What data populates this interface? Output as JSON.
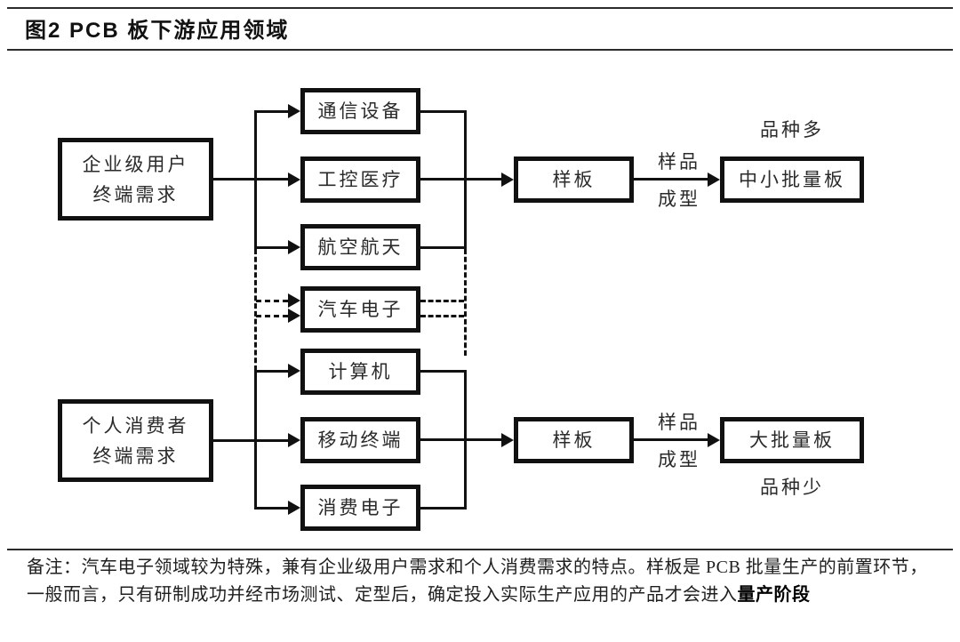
{
  "title": "图2 PCB 板下游应用领域",
  "diagram": {
    "sources": [
      {
        "line1": "企业级用户",
        "line2": "终端需求"
      },
      {
        "line1": "个人消费者",
        "line2": "终端需求"
      }
    ],
    "applications": [
      {
        "label": "通信设备"
      },
      {
        "label": "工控医疗"
      },
      {
        "label": "航空航天"
      },
      {
        "label": "汽车电子"
      },
      {
        "label": "计算机"
      },
      {
        "label": "移动终端"
      },
      {
        "label": "消费电子"
      }
    ],
    "samples": [
      {
        "label": "样板"
      },
      {
        "label": "样板"
      }
    ],
    "outputs": [
      {
        "label": "中小批量板"
      },
      {
        "label": "大批量板"
      }
    ],
    "variety_top": "品种多",
    "variety_bottom": "品种少",
    "arrow_caption": {
      "line1": "样品",
      "line2": "成型"
    }
  },
  "note": {
    "line1": "备注：汽车电子领域较为特殊，兼有企业级用户需求和个人消费需求的特点。样板是 PCB 批量生产的前置环节，",
    "line2": "一般而言，只有研制成功并经市场测试、定型后，确定投入实际生产应用的产品才会进入",
    "line2_emphasis": "量产阶段"
  },
  "colors": {
    "line": "#111111",
    "text": "#1a1a1a",
    "background": "#ffffff"
  }
}
